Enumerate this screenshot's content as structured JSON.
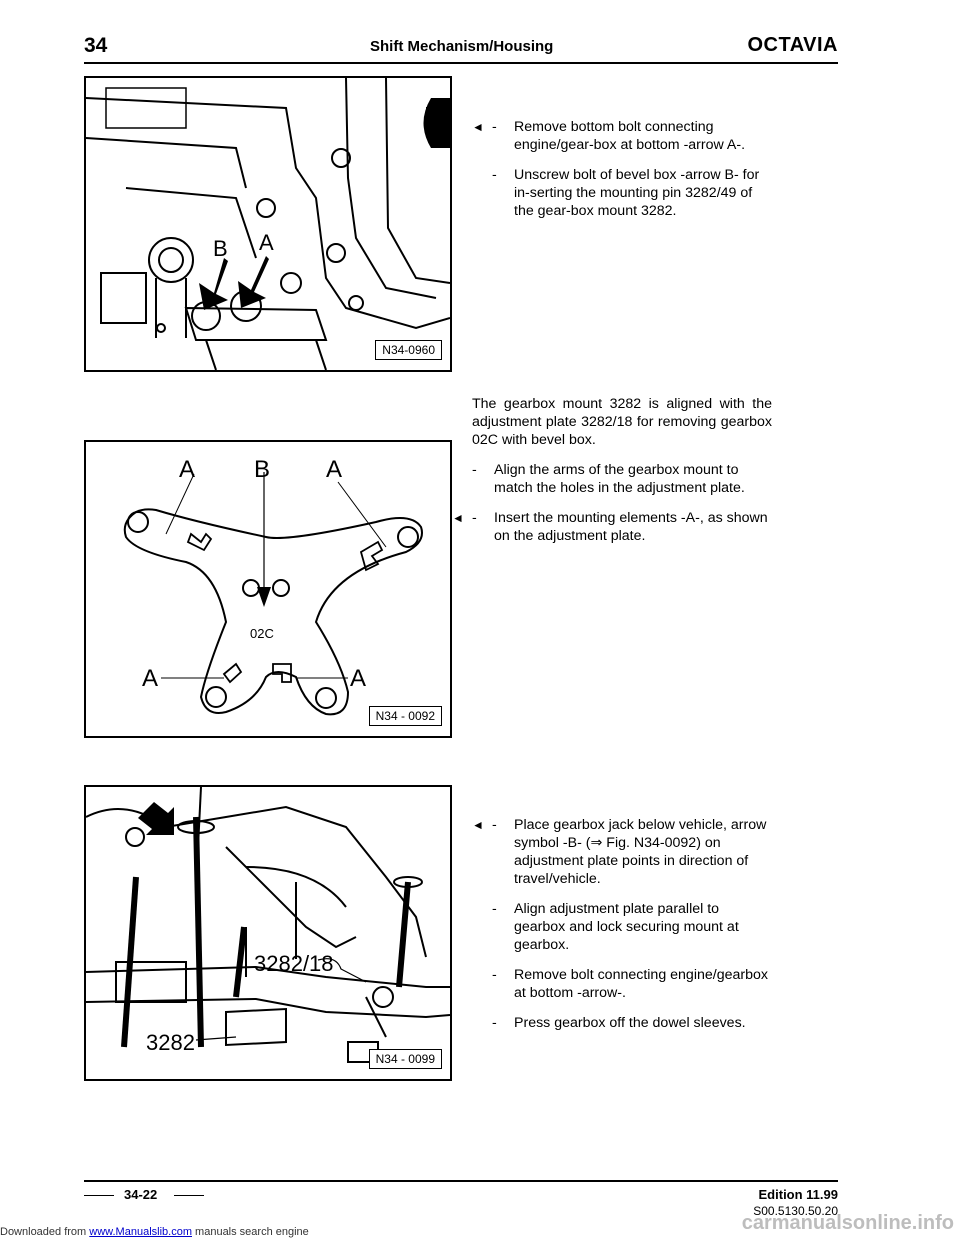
{
  "header": {
    "section_number": "34",
    "section_title": "Shift Mechanism/Housing",
    "model": "OCTAVIA"
  },
  "figures": [
    {
      "label": "N34-0960",
      "callouts": [
        "B",
        "A"
      ]
    },
    {
      "label": "N34 - 0092",
      "callouts": [
        "A",
        "B",
        "A",
        "A",
        "A"
      ],
      "plate_text": "02C"
    },
    {
      "label": "N34 - 0099",
      "callouts": [
        "3282/18",
        "3282"
      ]
    }
  ],
  "section1": {
    "steps": [
      {
        "arrow": true,
        "text": "Remove bottom bolt connecting engine/gear-box at bottom -arrow A-."
      },
      {
        "arrow": false,
        "text": "Unscrew bolt of bevel box -arrow B- for in-serting the mounting pin 3282/49 of the gear-box mount 3282."
      }
    ]
  },
  "section2": {
    "intro": "The gearbox mount 3282 is aligned with the adjustment plate 3282/18 for removing gearbox 02C with bevel box.",
    "steps": [
      {
        "arrow": false,
        "text": "Align the arms of the gearbox mount to match the holes in the adjustment plate."
      },
      {
        "arrow": true,
        "text": "Insert the mounting elements -A-, as shown on the adjustment plate."
      }
    ]
  },
  "section3": {
    "steps": [
      {
        "arrow": true,
        "text": "Place gearbox jack below vehicle, arrow symbol -B- (⇒ Fig. N34-0092) on adjustment plate points in direction of travel/vehicle."
      },
      {
        "arrow": false,
        "text": "Align adjustment plate parallel to gearbox and lock securing mount at gearbox."
      },
      {
        "arrow": false,
        "text": "Remove bolt connecting engine/gearbox at bottom -arrow-."
      },
      {
        "arrow": false,
        "text": "Press gearbox off the dowel sleeves."
      }
    ]
  },
  "footer": {
    "page": "34-22",
    "edition": "Edition 11.99",
    "code": "S00.5130.50.20"
  },
  "download_banner": {
    "prefix": "Downloaded from",
    "link": "www.Manualslib.com",
    "suffix": "manuals search engine"
  },
  "watermark": "carmanualsonline.info",
  "glyphs": {
    "step_arrow": "◄",
    "dash": "-"
  }
}
